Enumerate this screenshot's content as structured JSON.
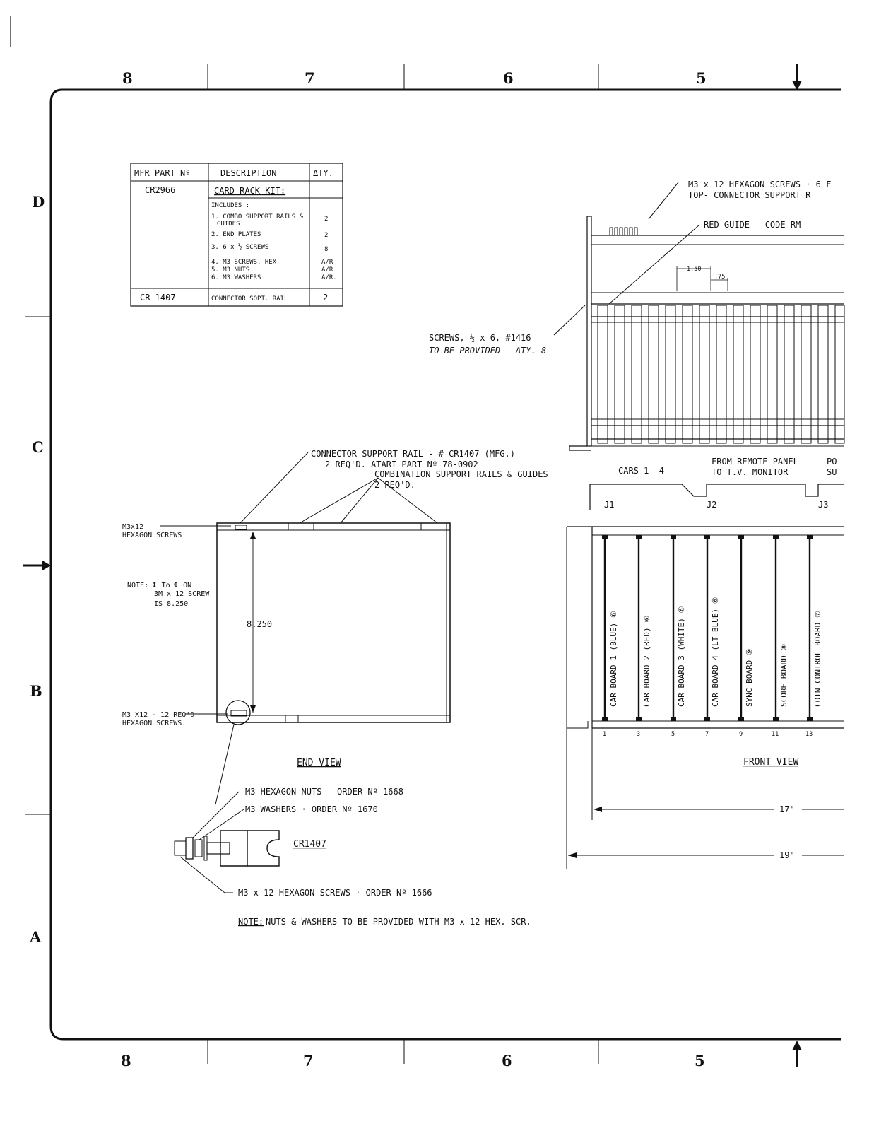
{
  "zones": {
    "top": [
      "8",
      "7",
      "6",
      "5"
    ],
    "bottom": [
      "8",
      "7",
      "6",
      "5"
    ],
    "left": [
      "D",
      "C",
      "B",
      "A"
    ]
  },
  "parts_table": {
    "headers": [
      "MFR PART Nº",
      "DESCRIPTION",
      "ΔTY."
    ],
    "kit_part": "CR2966",
    "kit_title": "CARD RACK KIT:",
    "includes": "INCLUDES :",
    "items": [
      {
        "desc": "1. COMBO SUPPORT RAILS &",
        "desc2": "GUIDES",
        "qty": "2"
      },
      {
        "desc": "2. END PLATES",
        "qty": "2"
      },
      {
        "desc": "3. 6 x ½ SCREWS",
        "qty": "8"
      },
      {
        "desc": "4. M3 SCREWS. HEX",
        "qty": "A/R"
      },
      {
        "desc": "5. M3 NUTS",
        "qty": "A/R"
      },
      {
        "desc": "6. M3 WASHERS",
        "qty": "A/R."
      }
    ],
    "rail_part": "CR 1407",
    "rail_desc": "CONNECTOR SOPT. RAIL",
    "rail_qty": "2"
  },
  "top_view": {
    "hex_screws_line1": "M3 x 12 HEXAGON SCREWS · 6 F",
    "hex_screws_line2": "TOP- CONNECTOR SUPPORT R",
    "red_guide": "RED GUIDE - CODE RM",
    "dim_pitch": "1.50",
    "dim_gap": ".75",
    "screws_line1": "SCREWS, ½ x 6, #1416",
    "screws_line2": "TO BE PROVIDED - ΔTY. 8"
  },
  "end_view": {
    "connector_rail_1": "CONNECTOR SUPPORT RAIL - # CR1407 (MFG.)",
    "connector_rail_2": "2 REQ'D.  ATARI PART Nº 78-0902",
    "combination_1": "COMBINATION SUPPORT RAILS & GUIDES",
    "combination_2": "2 REQ'D.",
    "m3_top_1": "M3x12",
    "m3_top_2": "HEXAGON SCREWS",
    "note_1": "NOTE:  ℄ To ℄ ON",
    "note_2": "3M x 12 SCREW",
    "note_3": "IS  8.250",
    "dim": "8.250",
    "m3_bot_1": "M3 X12 - 12 REQ'D",
    "m3_bot_2": "HEXAGON SCREWS.",
    "title": "END VIEW"
  },
  "detail": {
    "nuts": "M3 HEXAGON NUTS - ORDER Nº 1668",
    "washers": "M3 WASHERS        · ORDER Nº 1670",
    "part": "CR1407",
    "screws": "M3 x 12 HEXAGON SCREWS · ORDER Nº 1666",
    "note_label": "NOTE:",
    "note_text": " NUTS & WASHERS TO BE PROVIDED WITH  M3 x 12 HEX. SCR."
  },
  "front_view": {
    "cars": "CARS 1- 4",
    "remote_1": "FROM REMOTE PANEL",
    "remote_2": "TO T.V. MONITOR",
    "cut_1": "PO",
    "cut_2": "SU",
    "j1": "J1",
    "j2": "J2",
    "j3": "J3",
    "boards": [
      "CAR BOARD 1  (BLUE) ⑥",
      "CAR BOARD 2  (RED) ⑥",
      "CAR BOARD 3  (WHITE) ⑥",
      "CAR BOARD 4  (LT BLUE) ⑥",
      "SYNC BOARD ⑨",
      "SCORE BOARD ⑧",
      "COIN CONTROL BOARD ⑦"
    ],
    "slot_numbers": [
      "1",
      "3",
      "5",
      "7",
      "9",
      "11",
      "13"
    ],
    "title": "FRONT VIEW",
    "dim_17": "17\"",
    "dim_19": "19\""
  }
}
